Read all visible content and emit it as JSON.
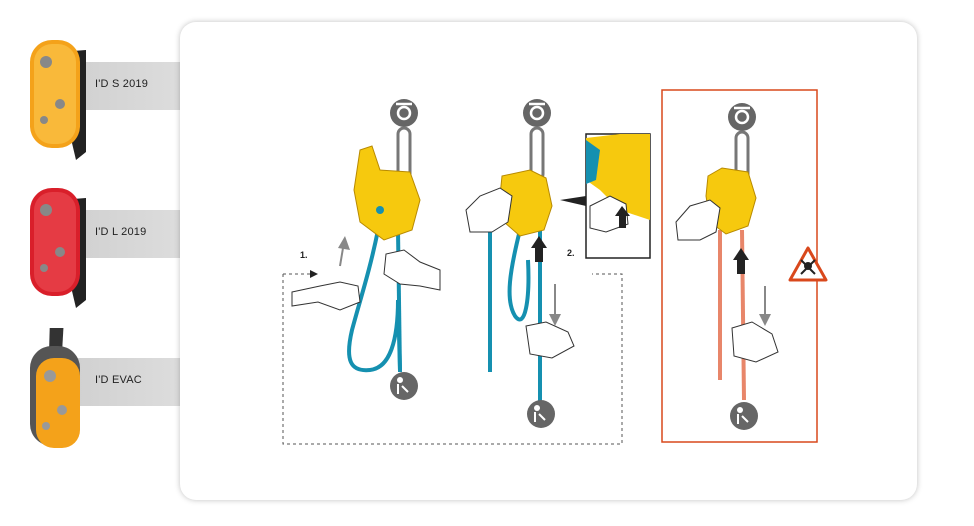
{
  "products": [
    {
      "label": "I'D S 2019",
      "color": "#f4a21a"
    },
    {
      "label": "I'D L 2019",
      "color": "#e02a2f"
    },
    {
      "label": "I'D EVAC",
      "color": "#f4a21a"
    }
  ],
  "steps": {
    "step1": "1.",
    "step2": "2."
  },
  "colors": {
    "rope_blue": "#1590b0",
    "rope_red": "#e8866a",
    "device_yellow": "#f6c90e",
    "warning": "#d9481c",
    "panel_border": "#cccccc"
  }
}
